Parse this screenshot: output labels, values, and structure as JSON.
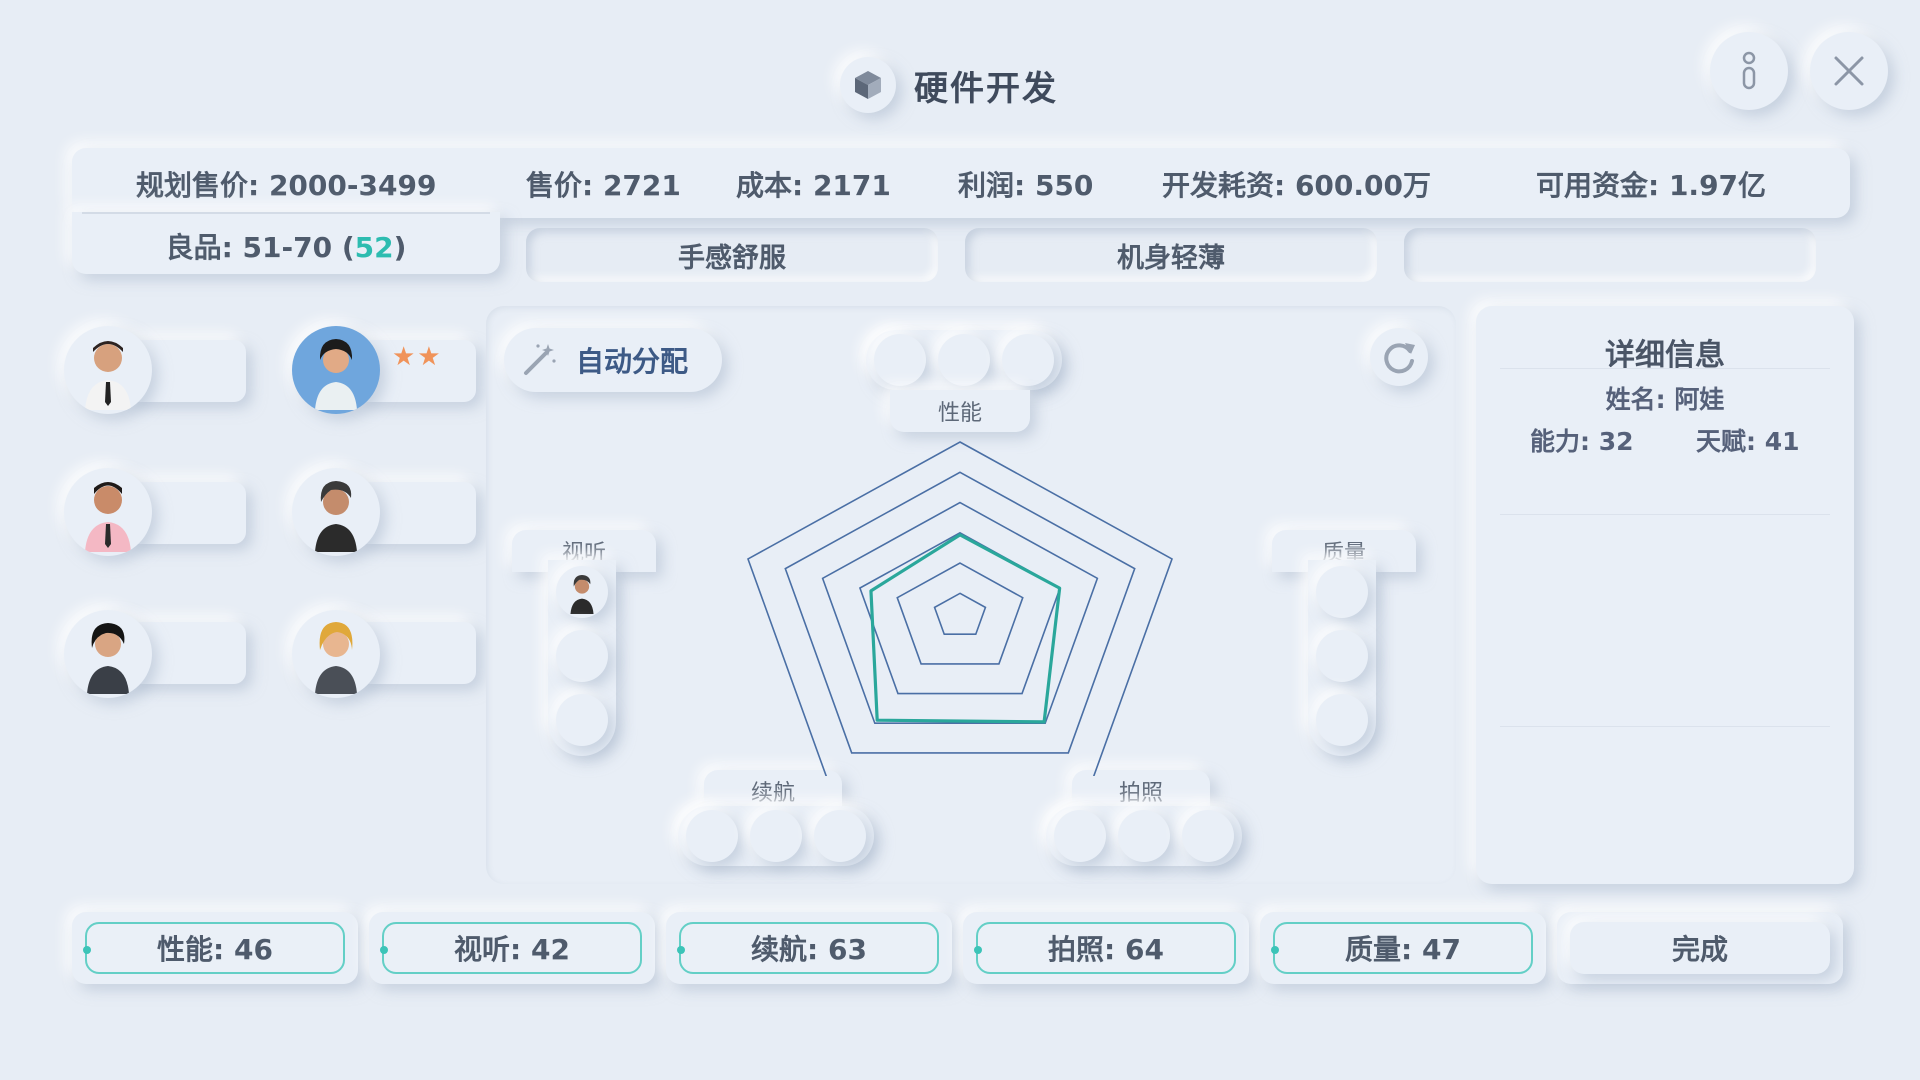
{
  "title": "硬件开发",
  "stats": {
    "planned_price": "规划售价: 2000-3499",
    "price": "售价: 2721",
    "cost": "成本: 2171",
    "profit": "利润: 550",
    "dev_cost": "开发耗资: 600.00万",
    "funds": "可用资金: 1.97亿",
    "quality_prefix": "良品: 51-70 (",
    "quality_value": "52",
    "quality_suffix": ")"
  },
  "features": [
    "手感舒服",
    "机身轻薄",
    ""
  ],
  "employees": [
    {
      "icon": "male-suit-avatar",
      "stars": ""
    },
    {
      "icon": "female-blue-bg-avatar",
      "stars": "★★"
    },
    {
      "icon": "male-pink-shirt-avatar",
      "stars": ""
    },
    {
      "icon": "female-short-hair-avatar",
      "stars": ""
    },
    {
      "icon": "female-dark-hair-avatar",
      "stars": ""
    },
    {
      "icon": "female-blonde-avatar",
      "stars": ""
    }
  ],
  "auto_assign": "自动分配",
  "attributes": {
    "performance": "性能",
    "audio_visual": "视听",
    "quality": "质量",
    "battery": "续航",
    "camera": "拍照"
  },
  "details": {
    "title": "详细信息",
    "name": "姓名: 阿娃",
    "ability": "能力: 32",
    "talent": "天赋: 41"
  },
  "bottom": {
    "performance": "性能: 46",
    "audio_visual": "视听: 42",
    "battery": "续航: 63",
    "camera": "拍照: 64",
    "quality": "质量: 47",
    "done": "完成"
  },
  "radar": {
    "axes": [
      "性能",
      "质量",
      "拍照",
      "续航",
      "视听"
    ],
    "values": [
      46,
      47,
      64,
      63,
      42
    ],
    "max": 100,
    "rings": 6,
    "grid_color": "#4a6fa5",
    "value_color": "#2aa79b"
  },
  "colors": {
    "accent": "#2dbcb0",
    "star": "#f0935a",
    "button_text": "#3d5a86"
  }
}
